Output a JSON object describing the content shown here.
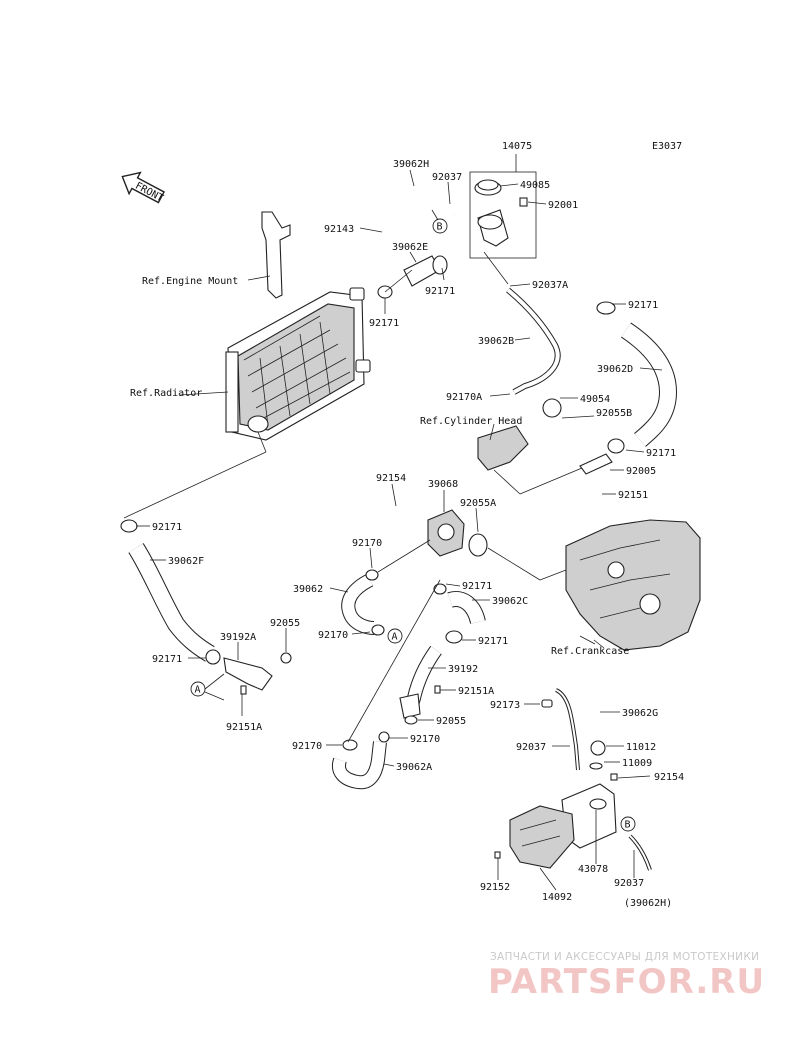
{
  "diagram_code": "E3037",
  "front_label": "FRONT",
  "refs": {
    "engine_mount": "Ref.Engine Mount",
    "radiator": "Ref.Radiator",
    "cylinder_head": "Ref.Cylinder Head",
    "crankcase": "Ref.Crankcase"
  },
  "parts": [
    {
      "id": "p14075",
      "num": "14075"
    },
    {
      "id": "p39062H",
      "num": "39062H"
    },
    {
      "id": "p92037_top",
      "num": "92037"
    },
    {
      "id": "p49085",
      "num": "49085"
    },
    {
      "id": "p92001",
      "num": "92001"
    },
    {
      "id": "p92143",
      "num": "92143"
    },
    {
      "id": "p39062E",
      "num": "39062E"
    },
    {
      "id": "p92037A",
      "num": "92037A"
    },
    {
      "id": "p92171_a",
      "num": "92171"
    },
    {
      "id": "p92171_b",
      "num": "92171"
    },
    {
      "id": "p92171_c",
      "num": "92171"
    },
    {
      "id": "p39062B",
      "num": "39062B"
    },
    {
      "id": "p39062D",
      "num": "39062D"
    },
    {
      "id": "p92170A",
      "num": "92170A"
    },
    {
      "id": "p49054",
      "num": "49054"
    },
    {
      "id": "p92055B",
      "num": "92055B"
    },
    {
      "id": "p92171_d",
      "num": "92171"
    },
    {
      "id": "p92005",
      "num": "92005"
    },
    {
      "id": "p92151",
      "num": "92151"
    },
    {
      "id": "p92154_a",
      "num": "92154"
    },
    {
      "id": "p39068",
      "num": "39068"
    },
    {
      "id": "p92055A",
      "num": "92055A"
    },
    {
      "id": "p92171_e",
      "num": "92171"
    },
    {
      "id": "p39062F",
      "num": "39062F"
    },
    {
      "id": "p92170_a",
      "num": "92170"
    },
    {
      "id": "p39062",
      "num": "39062"
    },
    {
      "id": "p92171_f",
      "num": "92171"
    },
    {
      "id": "p39062C",
      "num": "39062C"
    },
    {
      "id": "p92170_b",
      "num": "92170"
    },
    {
      "id": "p92171_g",
      "num": "92171"
    },
    {
      "id": "p39192A",
      "num": "39192A"
    },
    {
      "id": "p92055_a",
      "num": "92055"
    },
    {
      "id": "p92171_h",
      "num": "92171"
    },
    {
      "id": "p39192",
      "num": "39192"
    },
    {
      "id": "p92151A_a",
      "num": "92151A"
    },
    {
      "id": "p92151A_b",
      "num": "92151A"
    },
    {
      "id": "p92173",
      "num": "92173"
    },
    {
      "id": "p39062G",
      "num": "39062G"
    },
    {
      "id": "p92055_b",
      "num": "92055"
    },
    {
      "id": "p92170_c",
      "num": "92170"
    },
    {
      "id": "p92170_d",
      "num": "92170"
    },
    {
      "id": "p39062A",
      "num": "39062A"
    },
    {
      "id": "p92037_b",
      "num": "92037"
    },
    {
      "id": "p11012",
      "num": "11012"
    },
    {
      "id": "p11009",
      "num": "11009"
    },
    {
      "id": "p92154_b",
      "num": "92154"
    },
    {
      "id": "p43078",
      "num": "43078"
    },
    {
      "id": "p92037_c",
      "num": "92037"
    },
    {
      "id": "p39062H_paren",
      "num": "(39062H)"
    },
    {
      "id": "p92152",
      "num": "92152"
    },
    {
      "id": "p14092",
      "num": "14092"
    }
  ],
  "callouts": {
    "a1": "A",
    "a2": "A",
    "b1": "B",
    "b2": "B"
  },
  "watermark": {
    "tagline": "ЗАПЧАСТИ И АКСЕССУАРЫ ДЛЯ МОТОТЕХНИКИ",
    "logo": "PARTSFOR.RU"
  }
}
